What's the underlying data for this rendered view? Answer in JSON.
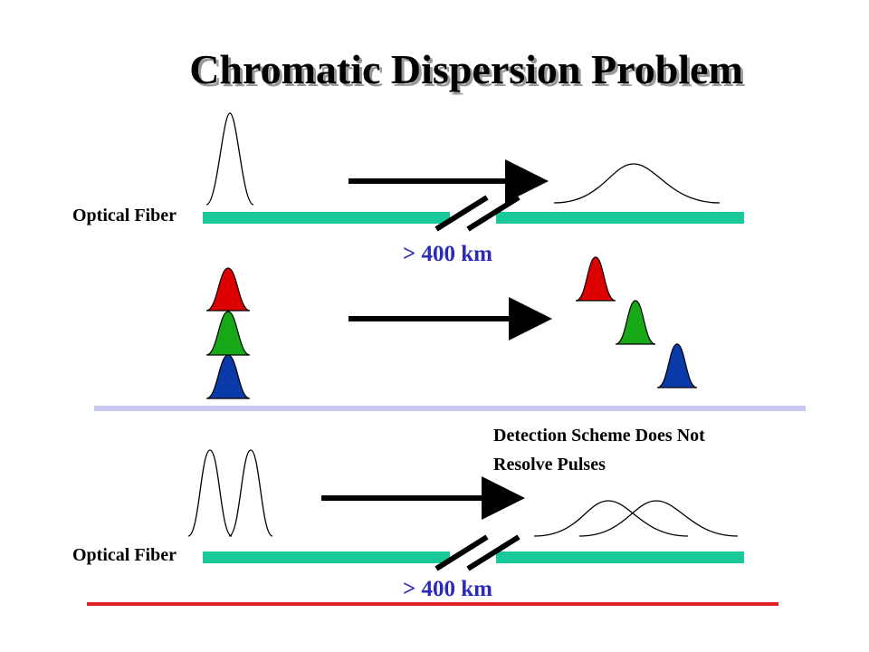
{
  "title": "Chromatic Dispersion Problem",
  "panel1": {
    "fiber_label": "Optical Fiber",
    "distance_label": "> 400 km"
  },
  "panel3": {
    "note_line1": "Detection Scheme Does Not",
    "note_line2": "Resolve Pulses",
    "fiber_label": "Optical Fiber",
    "distance_label": "> 400 km"
  },
  "colors": {
    "fiber": "#19c999",
    "pulse_red": "#dd0000",
    "pulse_green": "#17a817",
    "pulse_blue": "#0a3aa8",
    "divider_top": "#c8c8f0",
    "divider_bottom": "#e02020",
    "distance_text": "#2b2bb8"
  }
}
